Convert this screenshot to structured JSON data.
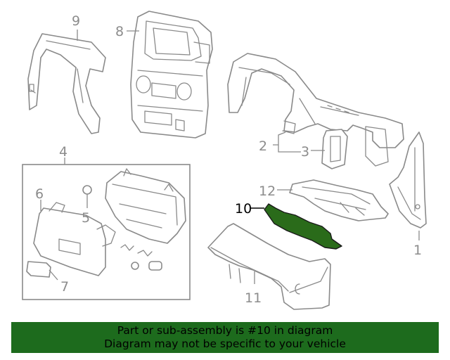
{
  "callouts": {
    "c1": "1",
    "c2": "2",
    "c3": "3",
    "c4": "4",
    "c5": "5",
    "c6": "6",
    "c7": "7",
    "c8": "8",
    "c9": "9",
    "c10": "10",
    "c11": "11",
    "c12": "12"
  },
  "highlight": {
    "part": "10",
    "color": "#2a6b1a"
  },
  "banner": {
    "line1": "Part or sub-assembly is #10 in diagram",
    "line2": "Diagram may not be specific to your vehicle",
    "background": "#1d6b1d"
  }
}
